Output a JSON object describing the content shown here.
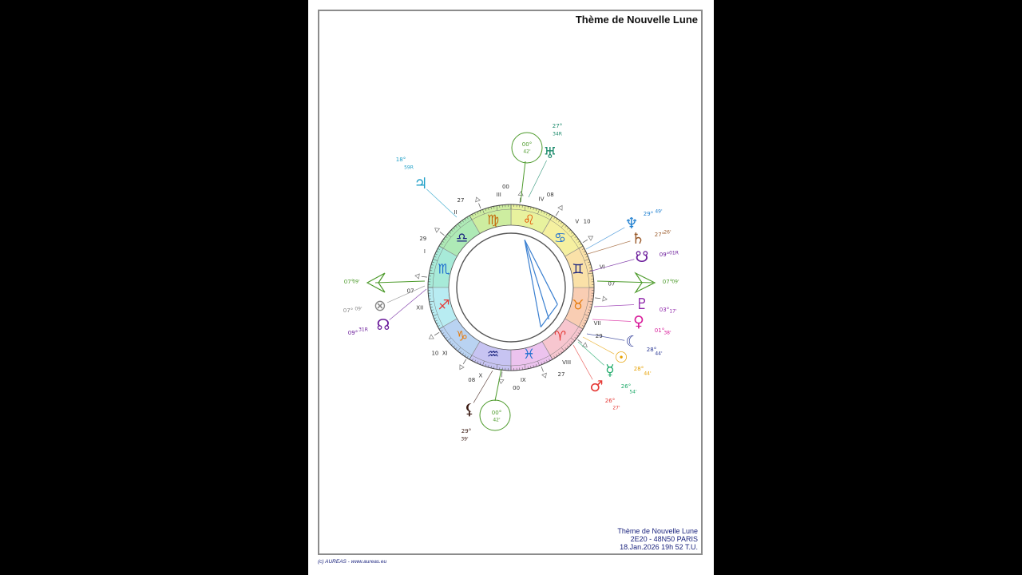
{
  "title": "Thème de Nouvelle Lune",
  "info": {
    "line1": "Thème de Nouvelle Lune",
    "line2": "2E20 - 48N50  PARIS",
    "line3": "18.Jan.2026 19h 52 T.U."
  },
  "copyright": "(c) AUREAS - www.aureas.eu",
  "colors": {
    "accent": "#1a237e",
    "ascendant_axis": "#4c9a2a",
    "mc_axis": "#4c9a2a",
    "aspect_lines": "#3a7fd0"
  },
  "signs": [
    {
      "name": "aries",
      "glyph": "♈",
      "color": "#e53935",
      "bg": "#f7c6cf"
    },
    {
      "name": "taurus",
      "glyph": "♉",
      "color": "#e67c0e",
      "bg": "#f9cdb3"
    },
    {
      "name": "gemini",
      "glyph": "♊",
      "color": "#1a237e",
      "bg": "#fae1a8"
    },
    {
      "name": "cancer",
      "glyph": "♋",
      "color": "#1e6fd0",
      "bg": "#f5f0a0"
    },
    {
      "name": "leo",
      "glyph": "♌",
      "color": "#e65100",
      "bg": "#e8f29e"
    },
    {
      "name": "virgo",
      "glyph": "♍",
      "color": "#c46a0c",
      "bg": "#cdeda0"
    },
    {
      "name": "libra",
      "glyph": "♎",
      "color": "#1a237e",
      "bg": "#aeeab6"
    },
    {
      "name": "scorpio",
      "glyph": "♏",
      "color": "#1e6fd0",
      "bg": "#a7ead8"
    },
    {
      "name": "sagittarius",
      "glyph": "♐",
      "color": "#e53935",
      "bg": "#b8ecf2"
    },
    {
      "name": "capricorn",
      "glyph": "♑",
      "color": "#e67c0e",
      "bg": "#b9d3f2"
    },
    {
      "name": "aquarius",
      "glyph": "♒",
      "color": "#1a237e",
      "bg": "#c7c4f2"
    },
    {
      "name": "pisces",
      "glyph": "♓",
      "color": "#1e6fd0",
      "bg": "#ecc3ee"
    }
  ],
  "houses": [
    {
      "numeral": "I",
      "cusp_deg": "07"
    },
    {
      "numeral": "II",
      "cusp_deg": "29"
    },
    {
      "numeral": "III",
      "cusp_deg": "27"
    },
    {
      "numeral": "IV",
      "cusp_deg": "00"
    },
    {
      "numeral": "V",
      "cusp_deg": "08"
    },
    {
      "numeral": "VI",
      "cusp_deg": "10"
    },
    {
      "numeral": "VII",
      "cusp_deg": "07"
    },
    {
      "numeral": "VIII",
      "cusp_deg": "29"
    },
    {
      "numeral": "IX",
      "cusp_deg": "27"
    },
    {
      "numeral": "X",
      "cusp_deg": "00"
    },
    {
      "numeral": "XI",
      "cusp_deg": "08"
    },
    {
      "numeral": "XII",
      "cusp_deg": "10"
    }
  ],
  "angles": {
    "asc": {
      "deg": "07°",
      "min": "09'"
    },
    "dsc": {
      "deg": "07°",
      "min": "09'"
    },
    "mc": {
      "deg": "00°",
      "min": "42'"
    },
    "ic": {
      "deg": "00°",
      "min": "42'"
    }
  },
  "planets": [
    {
      "name": "uranus",
      "glyph": "♅",
      "deg": "27°",
      "min": "34R",
      "color": "#1b8a6b"
    },
    {
      "name": "jupiter",
      "glyph": "♃",
      "deg": "18°",
      "min": "59R",
      "color": "#21a0c8"
    },
    {
      "name": "neptune",
      "glyph": "♆",
      "deg": "29°",
      "min": "49'",
      "color": "#1e7fd0"
    },
    {
      "name": "saturn",
      "glyph": "♄",
      "deg": "27°",
      "min": "26'",
      "color": "#9a5a2a"
    },
    {
      "name": "south-node",
      "glyph": "☋",
      "deg": "09°",
      "min": "01R",
      "color": "#6a1b9a"
    },
    {
      "name": "pluto",
      "glyph": "♇",
      "deg": "03°",
      "min": "17'",
      "color": "#8e24aa"
    },
    {
      "name": "venus",
      "glyph": "♀",
      "deg": "01°",
      "min": "38'",
      "color": "#d81b9a"
    },
    {
      "name": "moon",
      "glyph": "☾",
      "deg": "28°",
      "min": "44'",
      "color": "#283593"
    },
    {
      "name": "sun",
      "glyph": "☉",
      "deg": "28°",
      "min": "44'",
      "color": "#e6a000"
    },
    {
      "name": "mercury",
      "glyph": "☿",
      "deg": "26°",
      "min": "54'",
      "color": "#1faa6a"
    },
    {
      "name": "mars",
      "glyph": "♂",
      "deg": "26°",
      "min": "27'",
      "color": "#e53935"
    },
    {
      "name": "lilith",
      "glyph": "⚸",
      "deg": "29°",
      "min": "39'",
      "color": "#3b1a12"
    },
    {
      "name": "part-of-fortune",
      "glyph": "⊗",
      "deg": "07°",
      "min": "09'",
      "color": "#888888"
    },
    {
      "name": "north-node",
      "glyph": "☊",
      "deg": "09°",
      "min": "31R",
      "color": "#6a1b9a"
    }
  ]
}
